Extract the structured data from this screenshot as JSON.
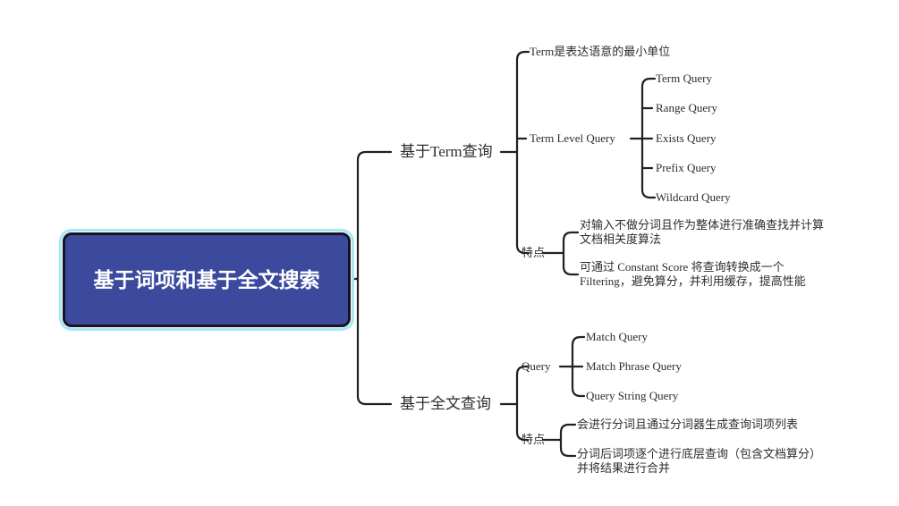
{
  "colors": {
    "canvas_background": "#ffffff",
    "line": "#212121",
    "text": "#2d2d2d",
    "root_fill": "#3c4a9e",
    "root_border": "#15151f",
    "root_text": "#ffffff",
    "selection_ring": "#a5e7f5"
  },
  "root": {
    "label": "基于词项和基于全文搜索"
  },
  "term_branch": {
    "label": "基于Term查询",
    "definition": "Term是表达语意的最小单位",
    "term_level_query": {
      "label": "Term Level Query",
      "children": [
        "Term Query",
        "Range Query",
        "Exists Query",
        "Prefix Query",
        "Wildcard Query"
      ]
    },
    "features": {
      "label": "特点",
      "children": [
        "对输入不做分词且作为整体进行准确查找并计算文档相关度算法",
        "可通过 Constant Score 将查询转换成一个 Filtering，避免算分，并利用缓存，提高性能"
      ]
    }
  },
  "fulltext_branch": {
    "label": "基于全文查询",
    "query": {
      "label": "Query",
      "children": [
        "Match Query",
        "Match Phrase Query",
        "Query String Query"
      ]
    },
    "features": {
      "label": "特点",
      "children": [
        "会进行分词且通过分词器生成查询词项列表",
        "分词后词项逐个进行底层查询（包含文档算分）并将结果进行合并"
      ]
    }
  }
}
